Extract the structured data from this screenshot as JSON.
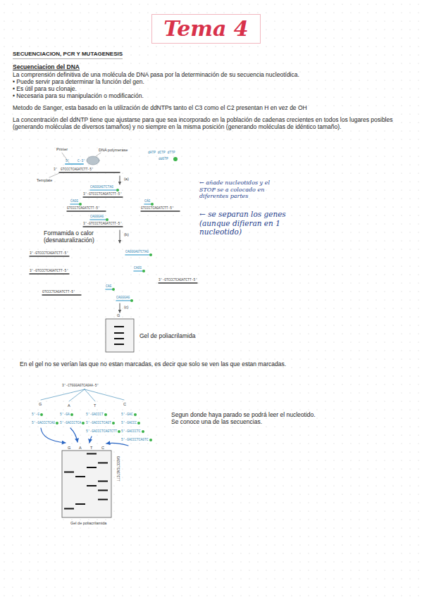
{
  "diagram": {
    "title": "SECUENCIACION, PCR Y MUTAGENESIS",
    "nodes": [
      {
        "text": [
          "Tema 4"
        ]
      }
    ],
    "labels": [
      "Secuenciacion del DNA",
      "La comprensión definitiva de una molécula de DNA pasa por la determinación de su secuencia nucleotídica.",
      "• Puede servir para determinar la función del gen.",
      "• Es útil para su clonaje.",
      "• Necesaria para su manipulación o modificación.",
      "Metodo de Sanger, esta basado en la utilización de ddNTPs tanto el C3 como el C2 presentan H en vez de OH",
      "La concentración del ddNTP tiene que ajustarse para que sea incorporado en la población de cadenas crecientes en todos los lugares posibles (generando moléculas de diversos tamaños) y no siempre en la misma posición (generando moléculas de idéntico tamaño).",
      "Primer",
      "DNA polymerase",
      "dATP dCTP dTTP",
      "ddGTP",
      "5'",
      "C-3'",
      "3'",
      "GTCCCTCAGATCTT-5'",
      "Template",
      "(a)",
      "CAGGGAGTCTAG",
      "3'-GTCCCTCAGATCTT-5'",
      "CAGG",
      "GTCCCTCAGATCTT-5'",
      "CAG",
      "GTCCCTCAGATCTT-5'",
      "CAGGGAG",
      "3'-GTCCCTCAGATCTT-5'",
      "(b)",
      "Formamida o calor (desnaturalización)",
      "3'-GTCCCTCAGATCTT-5'",
      "CAGGGAGTCTAG",
      "3'-GTCCCTCAGATCTT-5'",
      "CAGG",
      "3'-GTCCCTCAGATCTT-5'",
      "CAG",
      "CAGGGAG",
      "GTCCCTCAGATCTT-5'",
      "(c)",
      "G",
      "Gel de poliacrilamida",
      "← añade nucleotidos y el STOP se a colocado en diferentes partes",
      "← se separan los genes (aunque difieran en 1 nucleotido)",
      "En el gel no se verían las que no estan marcadas, es decir que solo se ven las que estan marcadas.",
      "3'-CTGGGAGTCAGAA-5'",
      "G",
      "A",
      "T",
      "C",
      "5'-G",
      "5'-GACCCTCAG",
      "5'-GA",
      "5'-GACCCTCA",
      "5'-GACCCT",
      "5'-GACCCTCAGT",
      "5'-GACCCTCAGTCTT",
      "5'-GAC",
      "5'-GACCC",
      "5'-GACCCTC",
      "5'-GACCCTCAGTC",
      "G",
      "A",
      "T",
      "C",
      "GACCCTCAGTCTT",
      "Gel de poliacrilamida",
      "Segun donde haya parado se podrá leer el nucleotido.",
      "Se conoce una de las secuencias."
    ]
  }
}
